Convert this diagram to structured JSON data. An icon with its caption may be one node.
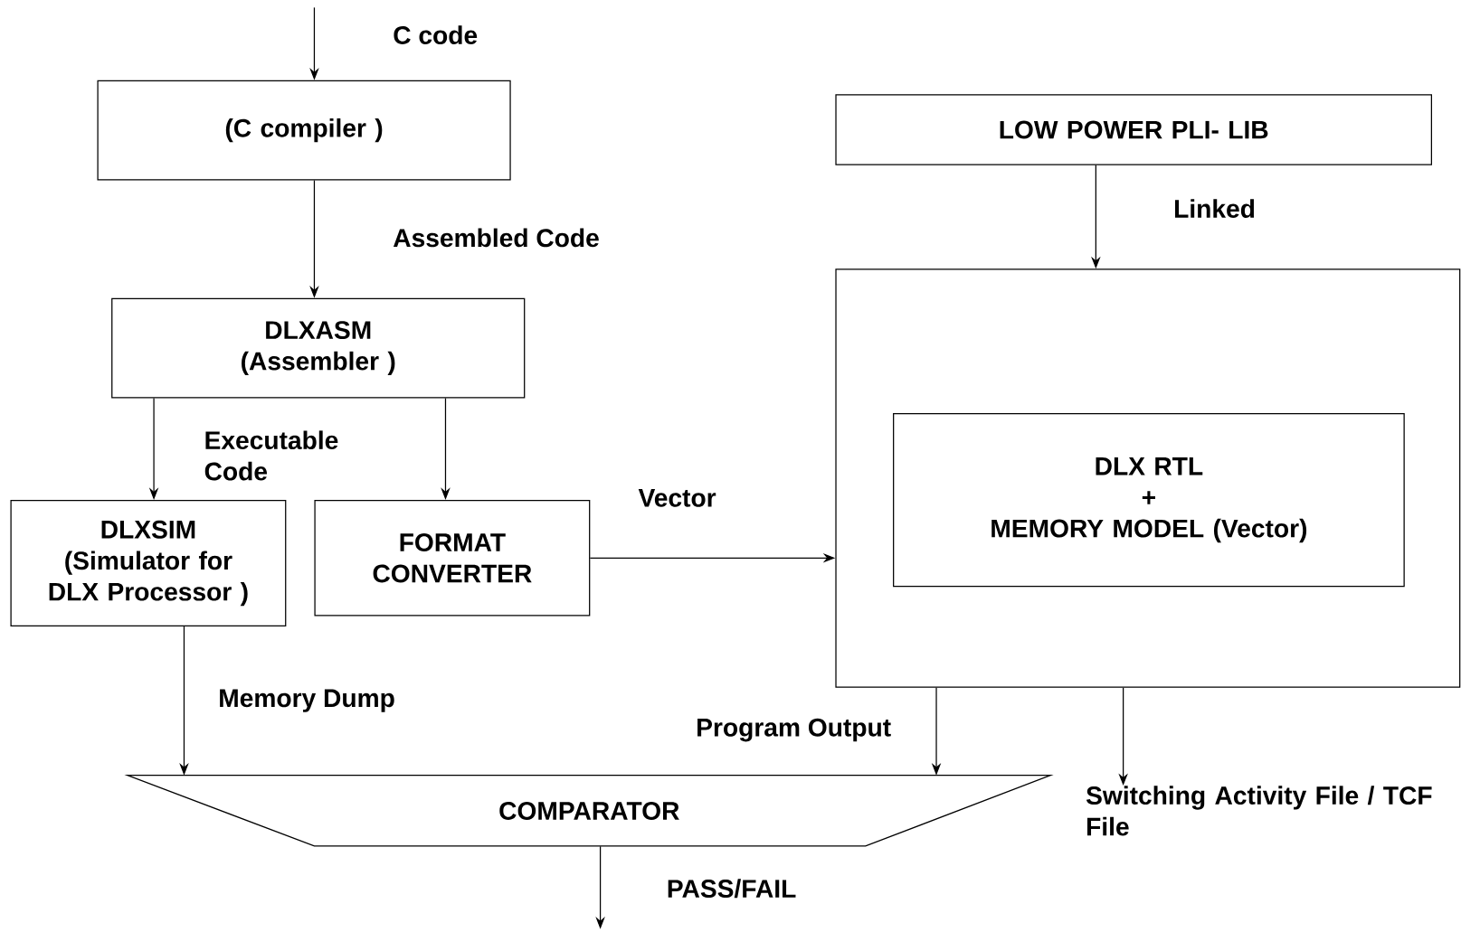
{
  "diagram": {
    "nodes": [
      {
        "text": [
          "(C compiler )"
        ]
      },
      {
        "text": [
          "DLXASM",
          "(Assembler )"
        ]
      },
      {
        "text": [
          "DLXSIM",
          "(Simulator for DLX Processor )"
        ]
      },
      {
        "text": [
          "FORMAT CONVERTER"
        ]
      },
      {
        "text": [
          "LOW POWER PLI- LIB"
        ]
      },
      {
        "text": [],
        "shape": "box"
      },
      {
        "text": [
          "DLX RTL",
          "+",
          "MEMORY MODEL (Vector)"
        ],
        "in": 5
      },
      {
        "text": [
          "COMPARATOR"
        ]
      },
      {
        "text": [
          "Switching Activity File / TCF File"
        ]
      }
    ],
    "edges": [
      {
        "from": null,
        "to": 0,
        "arrow": "to",
        "label": "C code"
      },
      {
        "from": 0,
        "to": 1,
        "arrow": "to",
        "label": "Assembled Code"
      },
      {
        "from": 1,
        "to": 2,
        "arrow": "to",
        "label": "Executable Code"
      },
      {
        "from": 1,
        "to": 3,
        "arrow": "to"
      },
      {
        "from": 3,
        "to": 5,
        "arrow": "to",
        "label": "Vector"
      },
      {
        "from": 4,
        "to": 5,
        "arrow": "to",
        "label": "Linked"
      },
      {
        "from": 2,
        "to": 7,
        "arrow": "to",
        "label": "Memory Dump"
      },
      {
        "from": 5,
        "to": 7,
        "arrow": "to",
        "label": "Program Output"
      },
      {
        "from": 5,
        "to": 8,
        "arrow": "to"
      },
      {
        "from": 7,
        "to": null,
        "arrow": "to",
        "label": "PASS/FAIL"
      }
    ]
  }
}
